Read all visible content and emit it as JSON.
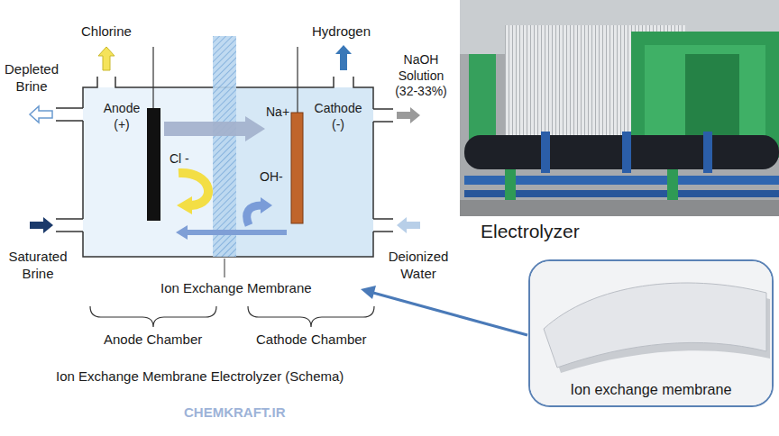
{
  "diagram": {
    "caption": "Ion Exchange Membrane Electrolyzer (Schema)",
    "nodes": [
      {
        "text": [
          "Ion exchange membrane"
        ]
      }
    ],
    "labels": [
      "Chlorine",
      "Hydrogen",
      "Depleted Brine",
      "NaOH Solution (32-33%)",
      "Anode (+)",
      "Na+",
      "Cathode (-)",
      "Cl -",
      "OH-",
      "Saturated Brine",
      "Deionized Water",
      "Ion Exchange Membrane",
      "Anode Chamber",
      "Cathode Chamber",
      "Electrolyzer",
      "CHEMKRAFT.IR"
    ]
  }
}
